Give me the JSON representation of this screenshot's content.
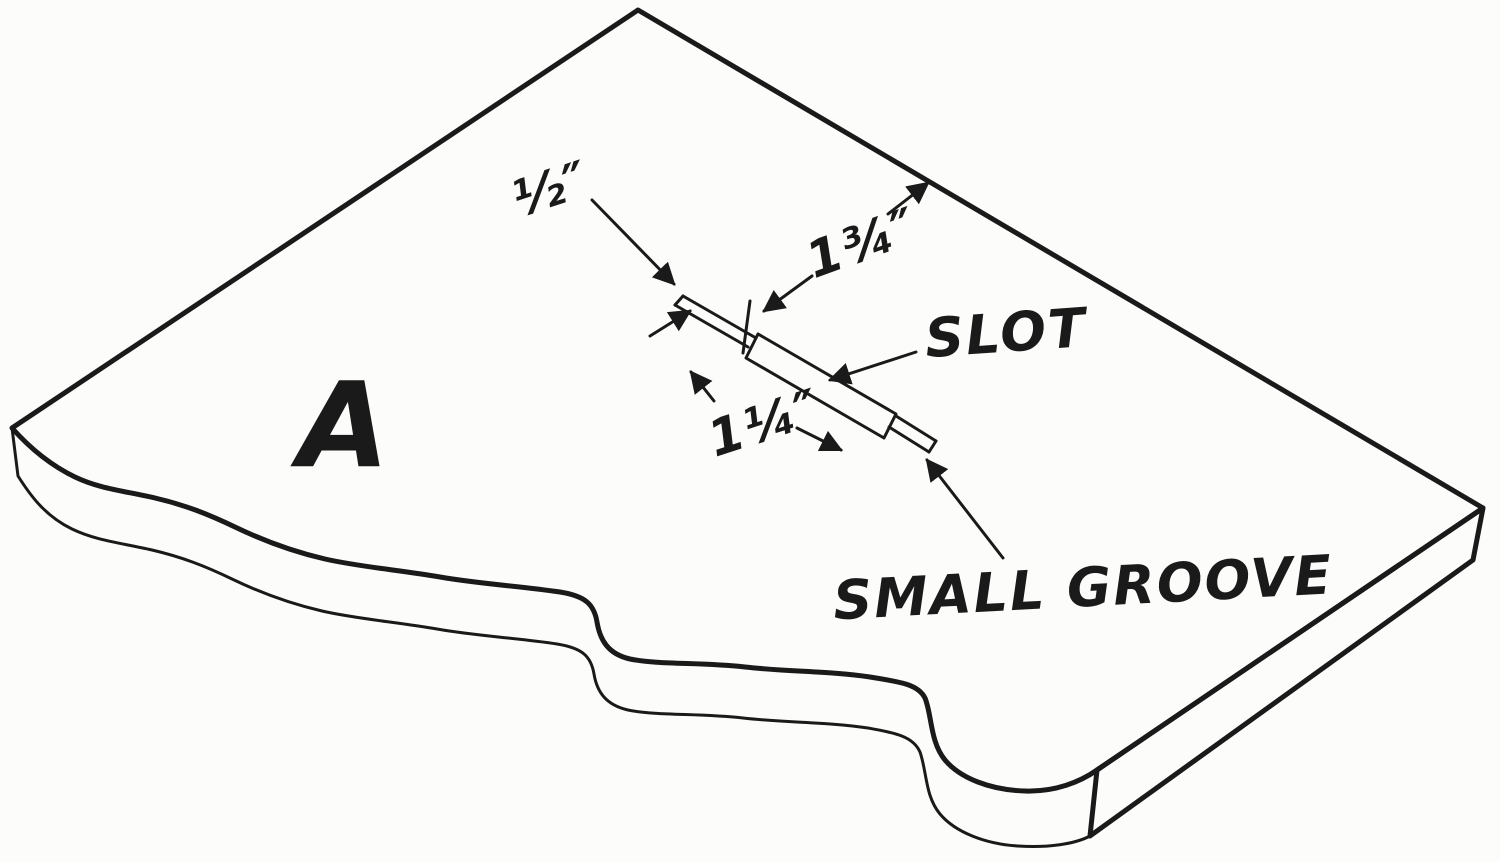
{
  "figure": {
    "part_label": "A",
    "dimensions": {
      "groove_width": "½″",
      "edge_distance": "1¾″",
      "slot_length": "1¼″"
    },
    "callouts": {
      "slot": "SLOT",
      "small_groove": "SMALL GROOVE"
    },
    "colors": {
      "ink": "#1a1a1a",
      "paper": "#fcfcfa"
    }
  }
}
